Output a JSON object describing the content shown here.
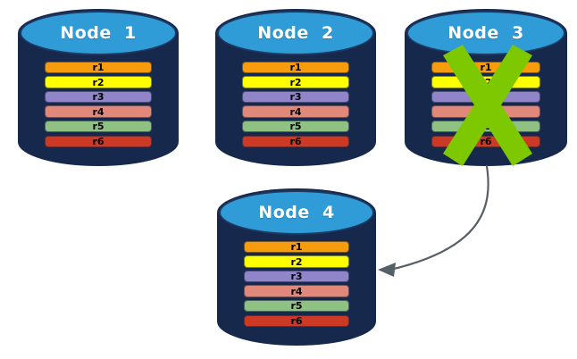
{
  "diagram": {
    "type": "distributed-database-node-failover",
    "background_color": "#ffffff",
    "palette": {
      "cylinder_body": "#16284c",
      "cylinder_top": "#2f9cd8",
      "cylinder_outline": "#1e3a63",
      "title_text": "#ffffff",
      "cross_green": "#7dc800",
      "arrow_gray": "#555f66"
    },
    "row_colors": {
      "r1": "#f79c0c",
      "r2": "#ffff00",
      "r3": "#8f85c8",
      "r4": "#e0897b",
      "r5": "#8fc183",
      "r6": "#cc3a26"
    },
    "nodes": [
      {
        "id": "node-1",
        "title": "Node  1",
        "failed": false,
        "rows": [
          {
            "label": "r1",
            "color": "#f79c0c"
          },
          {
            "label": "r2",
            "color": "#ffff00"
          },
          {
            "label": "r3",
            "color": "#8f85c8"
          },
          {
            "label": "r4",
            "color": "#e0897b"
          },
          {
            "label": "r5",
            "color": "#8fc183"
          },
          {
            "label": "r6",
            "color": "#cc3a26"
          }
        ]
      },
      {
        "id": "node-2",
        "title": "Node  2",
        "failed": false,
        "rows": [
          {
            "label": "r1",
            "color": "#f79c0c"
          },
          {
            "label": "r2",
            "color": "#ffff00"
          },
          {
            "label": "r3",
            "color": "#8f85c8"
          },
          {
            "label": "r4",
            "color": "#e0897b"
          },
          {
            "label": "r5",
            "color": "#8fc183"
          },
          {
            "label": "r6",
            "color": "#cc3a26"
          }
        ]
      },
      {
        "id": "node-3",
        "title": "Node  3",
        "failed": true,
        "rows": [
          {
            "label": "r1",
            "color": "#f79c0c"
          },
          {
            "label": "r2",
            "color": "#ffff00"
          },
          {
            "label": "r3",
            "color": "#8f85c8"
          },
          {
            "label": "r4",
            "color": "#e0897b"
          },
          {
            "label": "r5",
            "color": "#8fc183"
          },
          {
            "label": "r6",
            "color": "#cc3a26"
          }
        ]
      },
      {
        "id": "node-4",
        "title": "Node  4",
        "failed": false,
        "rows": [
          {
            "label": "r1",
            "color": "#f79c0c"
          },
          {
            "label": "r2",
            "color": "#ffff00"
          },
          {
            "label": "r3",
            "color": "#8f85c8"
          },
          {
            "label": "r4",
            "color": "#e0897b"
          },
          {
            "label": "r5",
            "color": "#8fc183"
          },
          {
            "label": "r6",
            "color": "#cc3a26"
          }
        ]
      }
    ],
    "annotations": {
      "failure_mark": {
        "name": "green-x-cross",
        "on_node": "node-3",
        "color": "#7dc800"
      },
      "arrow": {
        "name": "failover-arrow",
        "from_node": "node-3",
        "to_node": "node-4",
        "color": "#555f66"
      }
    }
  }
}
